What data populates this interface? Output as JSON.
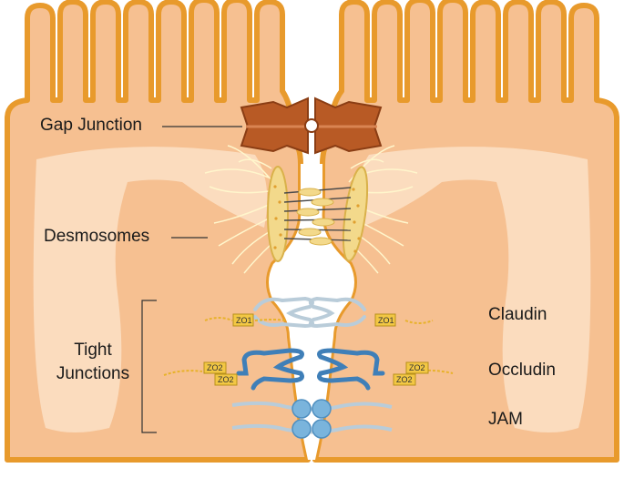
{
  "labels": {
    "gap_junction": "Gap Junction",
    "desmosomes": "Desmosomes",
    "tight_line1": "Tight",
    "tight_line2": "Junctions",
    "claudin": "Claudin",
    "occludin": "Occludin",
    "jam": "JAM"
  },
  "proteins": {
    "zo1": "ZO1",
    "zo2": "ZO2"
  },
  "colors": {
    "membrane": "#e89a2c",
    "cytoplasm": "#f6c091",
    "highlight": "#fbe0c6",
    "gap_junction": "#b85a25",
    "desmosome_plaque": "#f3d98b",
    "claudin": "#b9ccd9",
    "occludin": "#3f7fb8",
    "jam": "#7ab4dc",
    "zo_box": "#f2c744",
    "zo_chain": "#e8b22a"
  }
}
